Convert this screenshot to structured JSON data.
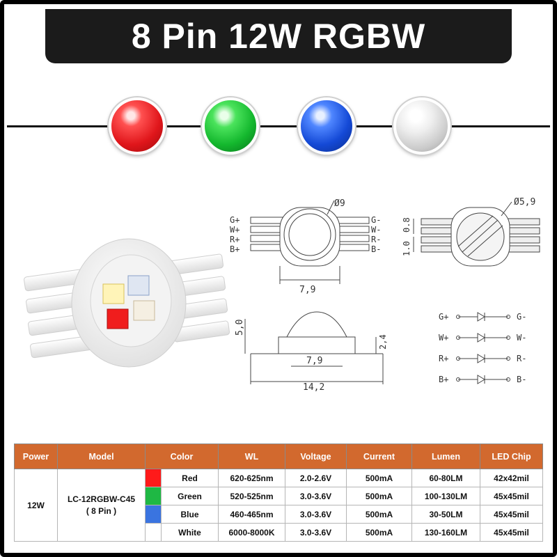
{
  "title": "8 Pin 12W RGBW",
  "colors": {
    "red": "#ff1a1a",
    "green": "#1fb844",
    "blue": "#3a74e0",
    "white": "#ffffff",
    "header": "#d2692e"
  },
  "drawings": {
    "top_diameter": "Ø9",
    "top_width": "7,9",
    "top_left_labels": [
      "G+",
      "W+",
      "R+",
      "B+"
    ],
    "top_right_labels": [
      "G-",
      "W-",
      "R-",
      "B-"
    ],
    "bottom_diameter": "Ø5,9",
    "bottom_dim_a": "0.8",
    "bottom_dim_b": "1.0",
    "side_height": "5,0",
    "side_base": "2,4",
    "side_body": "7,9",
    "side_total": "14,2",
    "schematic_left": [
      "G+",
      "W+",
      "R+",
      "B+"
    ],
    "schematic_right": [
      "G-",
      "W-",
      "R-",
      "B-"
    ]
  },
  "table": {
    "headers": [
      "Power",
      "Model",
      "Color",
      "WL",
      "Voltage",
      "Current",
      "Lumen",
      "LED Chip"
    ],
    "power": "12W",
    "model": "LC-12RGBW-C45",
    "model_sub": "( 8 Pin )",
    "rows": [
      {
        "color": "Red",
        "wl": "620-625nm",
        "voltage": "2.0-2.6V",
        "current": "500mA",
        "lumen": "60-80LM",
        "chip": "42x42mil"
      },
      {
        "color": "Green",
        "wl": "520-525nm",
        "voltage": "3.0-3.6V",
        "current": "500mA",
        "lumen": "100-130LM",
        "chip": "45x45mil"
      },
      {
        "color": "Blue",
        "wl": "460-465nm",
        "voltage": "3.0-3.6V",
        "current": "500mA",
        "lumen": "30-50LM",
        "chip": "45x45mil"
      },
      {
        "color": "White",
        "wl": "6000-8000K",
        "voltage": "3.0-3.6V",
        "current": "500mA",
        "lumen": "130-160LM",
        "chip": "45x45mil"
      }
    ]
  }
}
